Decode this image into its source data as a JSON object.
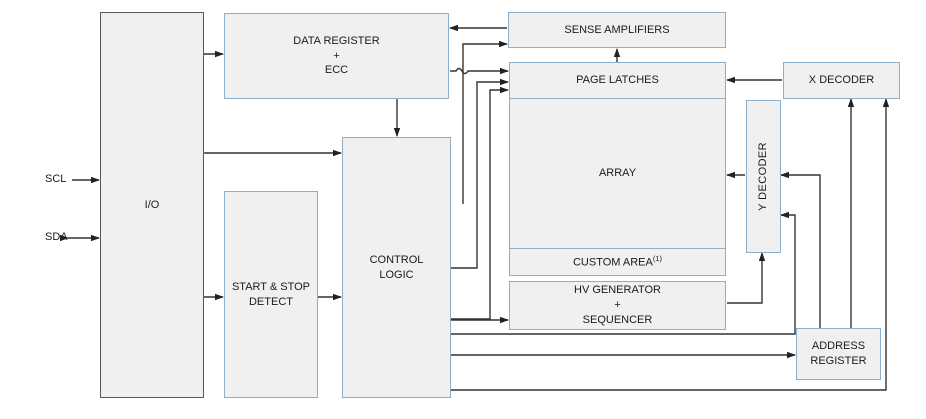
{
  "diagram": {
    "title": "Memory device block diagram",
    "style": {
      "block_fill": "#F0F0F0",
      "block_border": "#8CAFCB",
      "io_border": "#5A5A5A",
      "wire": "#333333",
      "text": "#1A1A1A"
    },
    "pins": [
      {
        "name": "scl",
        "label": "SCL",
        "direction": "input"
      },
      {
        "name": "sda",
        "label": "SDA",
        "direction": "bidirectional"
      }
    ],
    "blocks": [
      {
        "name": "io",
        "label": "I/O"
      },
      {
        "name": "data-register",
        "label": "DATA REGISTER\n+\nECC"
      },
      {
        "name": "start-stop",
        "label": "START & STOP\nDETECT"
      },
      {
        "name": "control-logic",
        "label": "CONTROL\nLOGIC"
      },
      {
        "name": "sense-amplifiers",
        "label": "SENSE AMPLIFIERS"
      },
      {
        "name": "page-latches",
        "label": "PAGE LATCHES"
      },
      {
        "name": "array",
        "label": "ARRAY"
      },
      {
        "name": "custom-area",
        "label": "CUSTOM AREA",
        "superscript": "(1)"
      },
      {
        "name": "hv-generator",
        "label": "HV GENERATOR\n+\nSEQUENCER"
      },
      {
        "name": "y-decoder",
        "label": "Y DECODER",
        "orientation": "vertical"
      },
      {
        "name": "x-decoder",
        "label": "X DECODER"
      },
      {
        "name": "address-register",
        "label": "ADDRESS\nREGISTER"
      }
    ]
  }
}
